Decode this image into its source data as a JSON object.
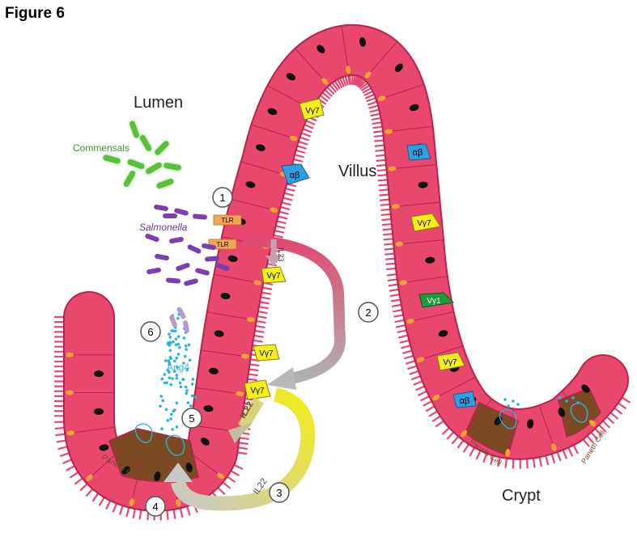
{
  "figure_title": "Figure 6",
  "labels": {
    "lumen": "Lumen",
    "villus": "Villus",
    "crypt": "Crypt",
    "commensals": "Commensals",
    "salmonella": "Salmonella",
    "ang4": "Ang4",
    "paneth_cells": "Paneth Cells",
    "paneth_cell_1": "Paneth Cell",
    "paneth_cell_2": "Paneth Cell"
  },
  "receptors": [
    "TLR",
    "TLR"
  ],
  "cytokines": {
    "il23_small": "IL23",
    "il23_arrow": "IL23",
    "il22_arrow": "IL22",
    "il22_loop": "IL22"
  },
  "steps": [
    "1",
    "2",
    "3",
    "4",
    "5",
    "6"
  ],
  "lymphocytes": {
    "vg7": "Vγ7",
    "ab": "αβ",
    "vg1": "Vγ1"
  },
  "colors": {
    "epithelium": "#e8476e",
    "epithelium_edge": "#b8244b",
    "nucleus": "#111111",
    "junction": "#f0a030",
    "paneth": "#7a4a22",
    "vg7": "#f4ee1c",
    "ab": "#2e9fe0",
    "vg1": "#1f9a3c",
    "commensal": "#5cbf3a",
    "salmonella": "#7a3fb0",
    "ang4": "#2ab2e0",
    "il23_arrow": "#d9647f",
    "il22_arrow": "#f0e020",
    "tlr": "#f4a35b"
  }
}
